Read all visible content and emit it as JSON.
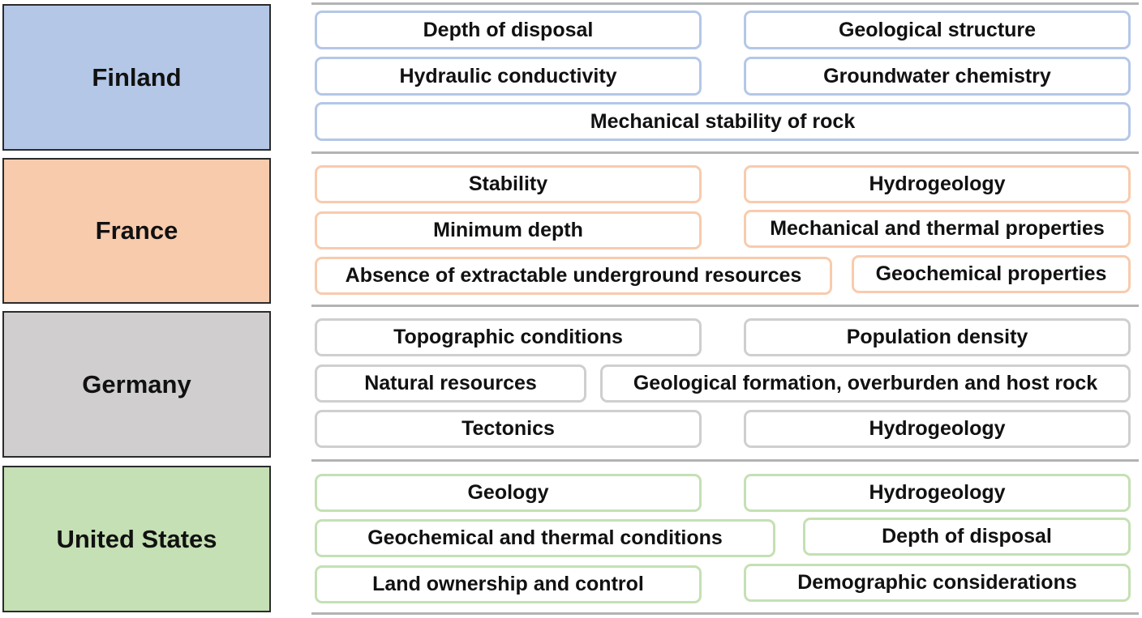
{
  "colors": {
    "finland": "#b4c7e7",
    "france": "#f8cbad",
    "germany": "#d0cece",
    "united_states": "#c5e0b4",
    "divider": "#b3b3b3"
  },
  "countries": {
    "finland": {
      "name": "Finland",
      "criteria": [
        "Depth of disposal",
        "Geological structure",
        "Hydraulic conductivity",
        "Groundwater chemistry",
        "Mechanical stability of rock"
      ]
    },
    "france": {
      "name": "France",
      "criteria": [
        "Stability",
        "Hydrogeology",
        "Minimum depth",
        "Mechanical and thermal properties",
        "Absence of extractable underground resources",
        "Geochemical properties"
      ]
    },
    "germany": {
      "name": "Germany",
      "criteria": [
        "Topographic conditions",
        "Population density",
        "Natural resources",
        "Geological formation, overburden and host rock",
        "Tectonics",
        "Hydrogeology"
      ]
    },
    "united_states": {
      "name": "United States",
      "criteria": [
        "Geology",
        "Hydrogeology",
        "Geochemical and thermal conditions",
        "Depth of disposal",
        "Land ownership and control",
        "Demographic considerations"
      ]
    }
  }
}
